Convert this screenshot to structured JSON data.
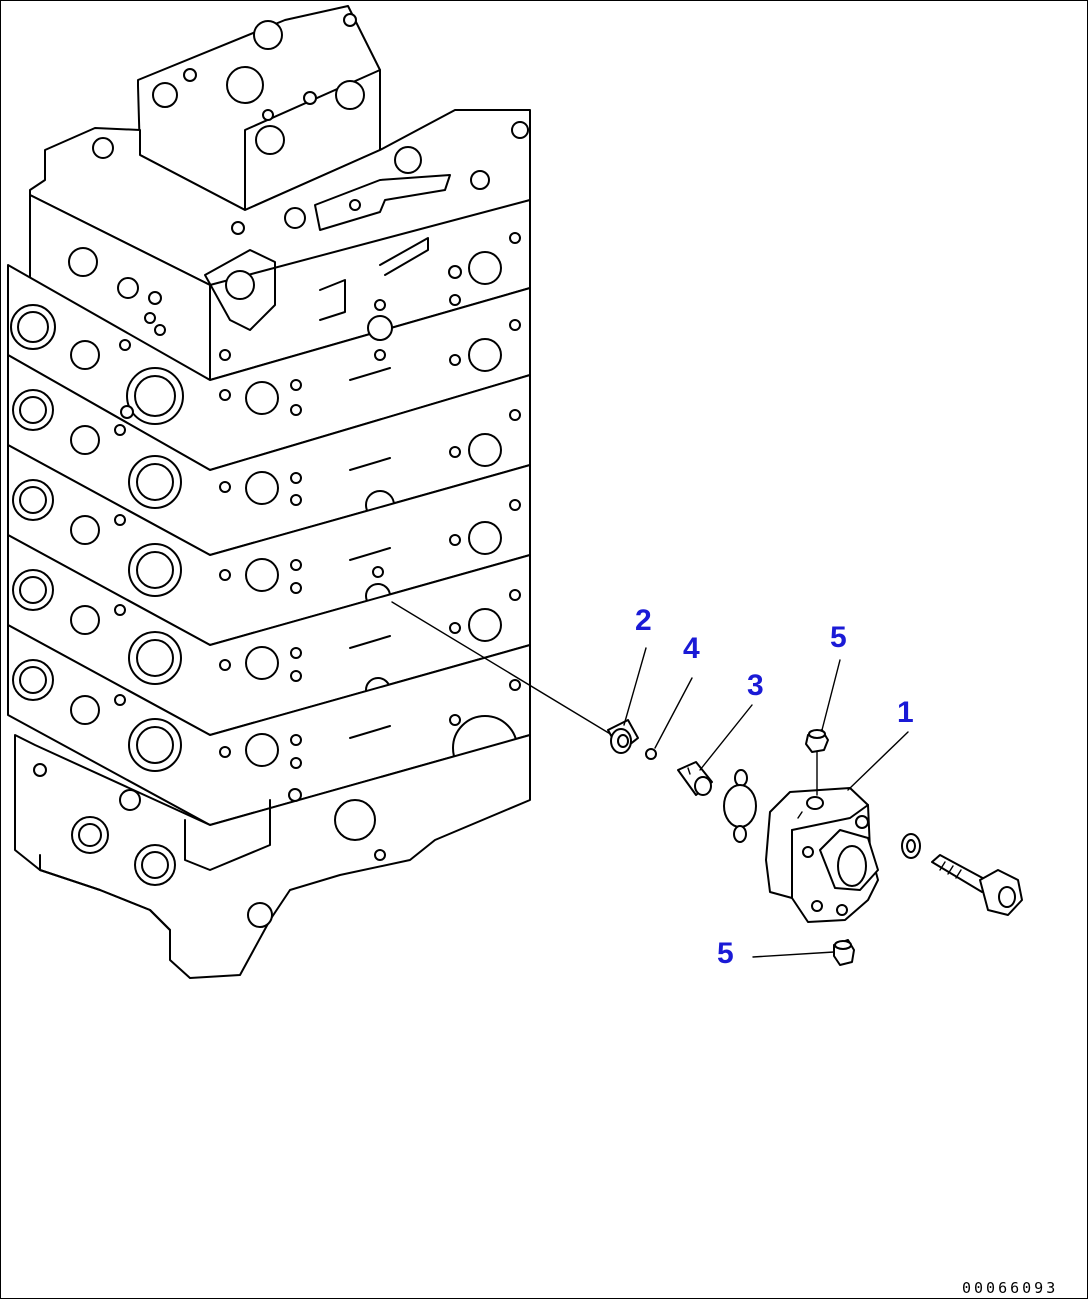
{
  "drawing": {
    "callouts": [
      {
        "id": "c1",
        "label": "1"
      },
      {
        "id": "c2",
        "label": "2"
      },
      {
        "id": "c3",
        "label": "3"
      },
      {
        "id": "c4",
        "label": "4"
      },
      {
        "id": "c5a",
        "label": "5"
      },
      {
        "id": "c5b",
        "label": "5"
      }
    ],
    "figure_code": "00066093"
  }
}
